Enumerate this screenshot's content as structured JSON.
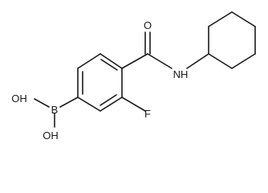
{
  "molecule": {
    "atoms": {
      "oxygen": "O",
      "nitrogen_hydrogen": "NH",
      "fluorine": "F",
      "boron": "B",
      "hydroxyl_top": "OH",
      "hydroxyl_bottom": "OH"
    },
    "colors": {
      "bond": "#1a1a1a",
      "label": "#1a1a1a",
      "background": "#ffffff"
    }
  }
}
